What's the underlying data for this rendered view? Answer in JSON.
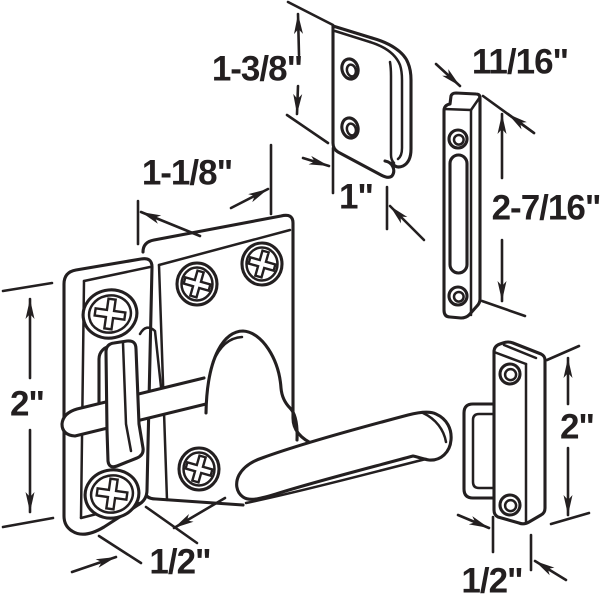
{
  "figure": {
    "kind": "hardware-dimension-diagram",
    "colors": {
      "ink": "#231f20",
      "background": "#ffffff"
    },
    "dimensions": {
      "hook_height": "1-3/8\"",
      "hook_width": "1\"",
      "strike_width": "11/16\"",
      "strike_height": "2-7/16\"",
      "latch_width": "1-1/8\"",
      "latch_height": "2\"",
      "latch_depth": "1/2\"",
      "keeper_height": "2\"",
      "keeper_depth": "1/2\""
    }
  }
}
